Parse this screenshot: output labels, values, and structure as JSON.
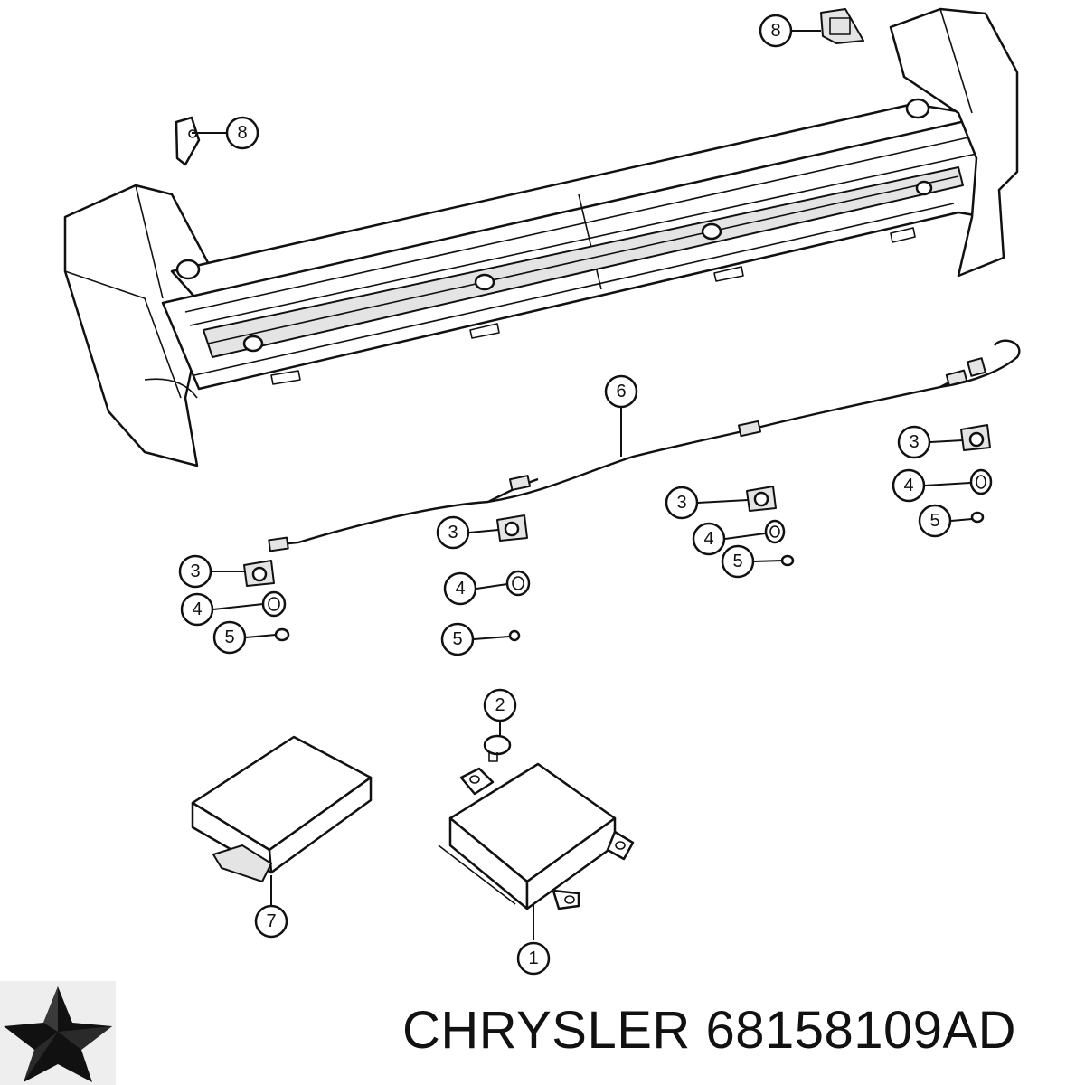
{
  "caption": {
    "brand": "CHRYSLER",
    "part_number": "68158109AD"
  },
  "callouts": [
    {
      "id": "c8a",
      "label": "8"
    },
    {
      "id": "c8b",
      "label": "8"
    },
    {
      "id": "c6",
      "label": "6"
    },
    {
      "id": "c3a",
      "label": "3"
    },
    {
      "id": "c4a",
      "label": "4"
    },
    {
      "id": "c5a",
      "label": "5"
    },
    {
      "id": "c3b",
      "label": "3"
    },
    {
      "id": "c4b",
      "label": "4"
    },
    {
      "id": "c5b",
      "label": "5"
    },
    {
      "id": "c3c",
      "label": "3"
    },
    {
      "id": "c4c",
      "label": "4"
    },
    {
      "id": "c5c",
      "label": "5"
    },
    {
      "id": "c3d",
      "label": "3"
    },
    {
      "id": "c4d",
      "label": "4"
    },
    {
      "id": "c5d",
      "label": "5"
    },
    {
      "id": "c2",
      "label": "2"
    },
    {
      "id": "c7",
      "label": "7"
    },
    {
      "id": "c1",
      "label": "1"
    }
  ],
  "colors": {
    "line": "#111111",
    "background": "#ffffff",
    "shade": "#e4e4e4"
  },
  "icons": {
    "logo": "chrysler-pentastar-icon"
  }
}
